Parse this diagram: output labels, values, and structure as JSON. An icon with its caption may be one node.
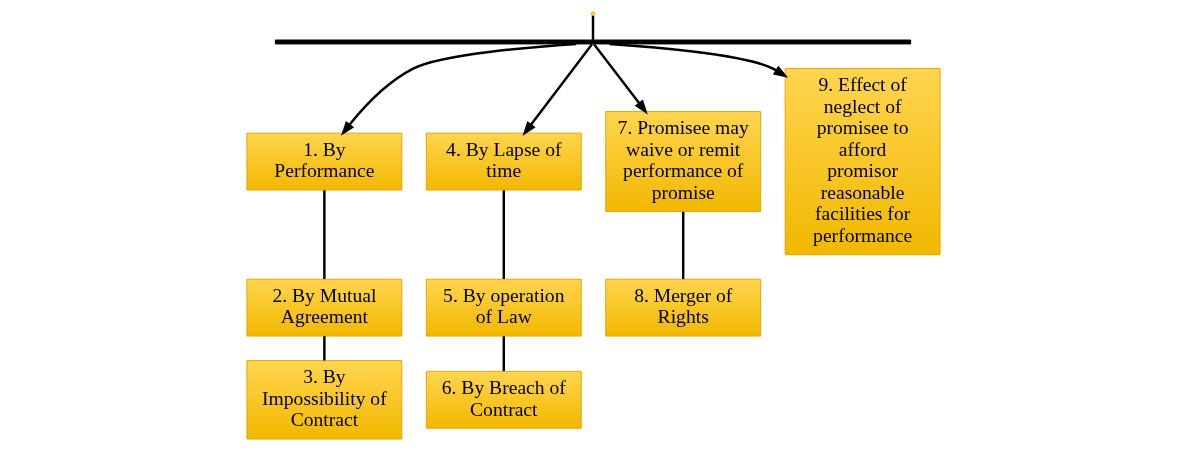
{
  "diagram": {
    "nodes": [
      {
        "text": [
          "1. By Performance"
        ]
      },
      {
        "text": [
          "2. By Mutual Agreement"
        ]
      },
      {
        "text": [
          "3. By Impossibility of Contract"
        ]
      },
      {
        "text": [
          "4. By Lapse of time"
        ]
      },
      {
        "text": [
          "5. By operation of Law"
        ]
      },
      {
        "text": [
          "6. By Breach of Contract"
        ]
      },
      {
        "text": [
          "7. Promisee may waive or remit performance of promise"
        ]
      },
      {
        "text": [
          "8. Merger of Rights"
        ]
      },
      {
        "text": [
          "9. Effect of neglect of promisee to afford promisor reasonable facilities for performance"
        ]
      },
      {
        "text": [],
        "shape": "bar"
      }
    ],
    "edges": [
      {
        "from": 9,
        "to": 0,
        "arrow": "to"
      },
      {
        "from": 9,
        "to": 3,
        "arrow": "to"
      },
      {
        "from": 9,
        "to": 6,
        "arrow": "to"
      },
      {
        "from": 9,
        "to": 8,
        "arrow": "to"
      },
      {
        "from": null,
        "to": 9,
        "arrow": "none"
      },
      {
        "from": 0,
        "to": 1,
        "arrow": "none"
      },
      {
        "from": 1,
        "to": 2,
        "arrow": "none"
      },
      {
        "from": 3,
        "to": 4,
        "arrow": "none"
      },
      {
        "from": 4,
        "to": 5,
        "arrow": "none"
      },
      {
        "from": 6,
        "to": 7,
        "arrow": "none"
      }
    ]
  }
}
